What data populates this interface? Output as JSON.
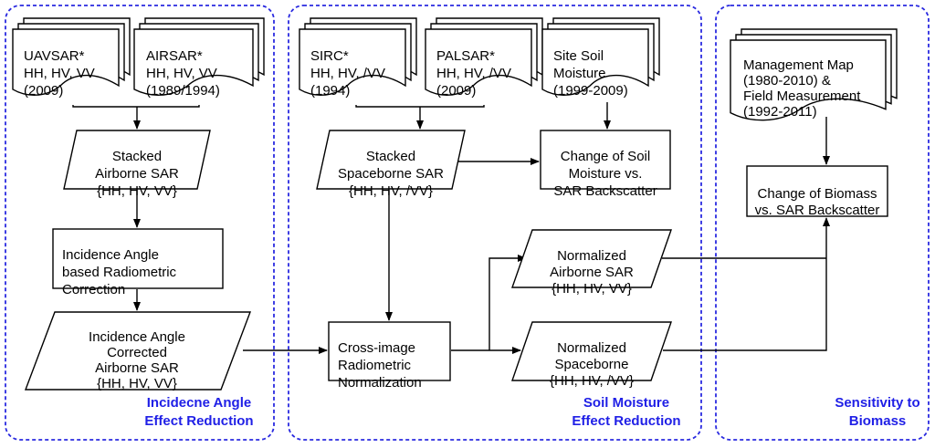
{
  "colors": {
    "panel_border": "#2a2ae0",
    "panel_label": "#1f1fe6",
    "stroke": "#000000",
    "fill": "#ffffff"
  },
  "panels": {
    "incidence": [
      "Incidecne Angle",
      "Effect Reduction"
    ],
    "soil": [
      "Soil Moisture",
      "Effect Reduction"
    ],
    "biomass": [
      "Sensitivity to",
      "Biomass"
    ]
  },
  "nodes": {
    "uavsar": [
      "UAVSAR*",
      "HH, HV, VV",
      "(2009)"
    ],
    "airsar": [
      "AIRSAR*",
      "HH, HV, VV",
      "(1989/1994)"
    ],
    "sirc": [
      "SIRC*",
      "HH, HV, /VV",
      "(1994)"
    ],
    "palsar": [
      "PALSAR*",
      "HH, HV, /VV",
      "(2009)"
    ],
    "site_soil": [
      "Site Soil",
      "Moisture",
      "(1999-2009)"
    ],
    "management": [
      "Management Map",
      "(1980-2010) &",
      "Field Measurement",
      "(1992-2011)"
    ],
    "stacked_airborne": [
      "Stacked",
      "Airborne SAR",
      "{HH, HV, VV}"
    ],
    "stacked_spaceborne": [
      "Stacked",
      "Spaceborne SAR",
      "{HH, HV, /VV}"
    ],
    "change_soil": [
      "Change of Soil",
      "Moisture vs.",
      "SAR Backscatter"
    ],
    "change_biomass": [
      "Change of Biomass",
      "vs. SAR Backscatter"
    ],
    "incidence_correction": [
      "Incidence Angle",
      "based Radiometric",
      "Correction"
    ],
    "incidence_corrected": [
      "Incidence Angle",
      "Corrected",
      "Airborne SAR",
      "{HH, HV, VV}"
    ],
    "cross_image": [
      "Cross-image",
      "Radiometric",
      "Normalization"
    ],
    "normalized_airborne": [
      "Normalized",
      "Airborne SAR",
      "{HH, HV, VV}"
    ],
    "normalized_spaceborne": [
      "Normalized",
      "Spaceborne",
      "{HH, HV, /VV}"
    ]
  }
}
